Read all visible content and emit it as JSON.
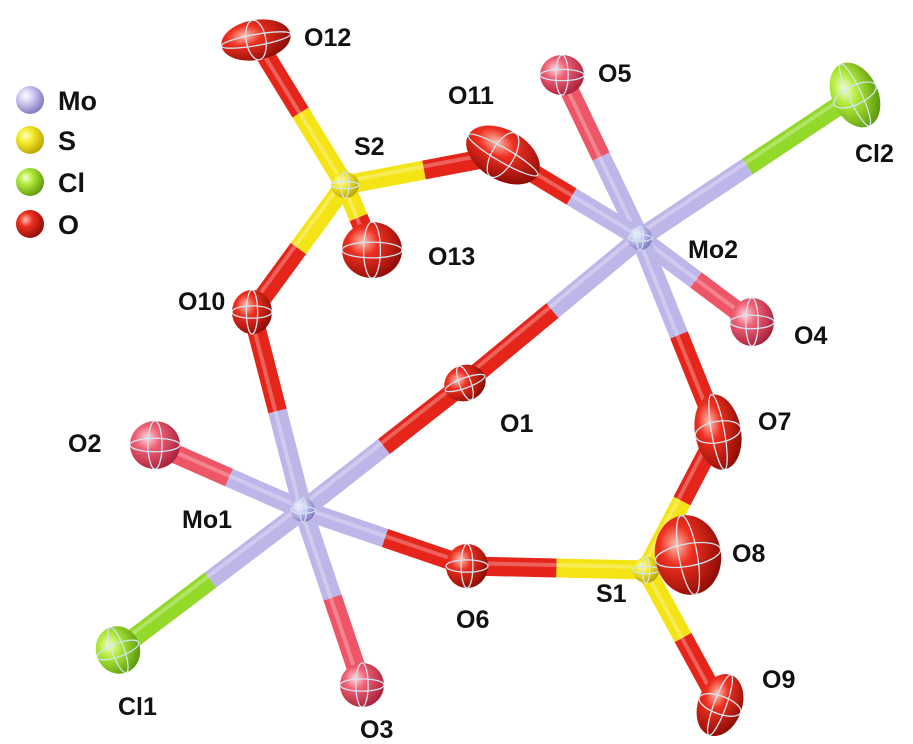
{
  "legend": [
    {
      "label": "Mo",
      "color": "#a9a3e3"
    },
    {
      "label": "S",
      "color": "#f4e416"
    },
    {
      "label": "Cl",
      "color": "#93d92a"
    },
    {
      "label": "O",
      "color": "#e5241a"
    }
  ],
  "element_colors": {
    "Mo": "#bdb6e8",
    "S": "#f4e416",
    "Cl": "#93d92a",
    "O": "#e5241a",
    "O_terminal": "#ee5566"
  },
  "atoms": [
    {
      "id": "Mo1",
      "label": "Mo1",
      "element": "Mo"
    },
    {
      "id": "Mo2",
      "label": "Mo2",
      "element": "Mo"
    },
    {
      "id": "S1",
      "label": "S1",
      "element": "S"
    },
    {
      "id": "S2",
      "label": "S2",
      "element": "S"
    },
    {
      "id": "Cl1",
      "label": "Cl1",
      "element": "Cl"
    },
    {
      "id": "Cl2",
      "label": "Cl2",
      "element": "Cl"
    },
    {
      "id": "O1",
      "label": "O1",
      "element": "O"
    },
    {
      "id": "O2",
      "label": "O2",
      "element": "O"
    },
    {
      "id": "O3",
      "label": "O3",
      "element": "O"
    },
    {
      "id": "O4",
      "label": "O4",
      "element": "O"
    },
    {
      "id": "O5",
      "label": "O5",
      "element": "O"
    },
    {
      "id": "O6",
      "label": "O6",
      "element": "O"
    },
    {
      "id": "O7",
      "label": "O7",
      "element": "O"
    },
    {
      "id": "O8",
      "label": "O8",
      "element": "O"
    },
    {
      "id": "O9",
      "label": "O9",
      "element": "O"
    },
    {
      "id": "O10",
      "label": "O10",
      "element": "O"
    },
    {
      "id": "O11",
      "label": "O11",
      "element": "O"
    },
    {
      "id": "O12",
      "label": "O12",
      "element": "O"
    },
    {
      "id": "O13",
      "label": "O13",
      "element": "O"
    }
  ],
  "bonds": [
    [
      "Mo1",
      "O1"
    ],
    [
      "O1",
      "Mo2"
    ],
    [
      "Mo1",
      "O2"
    ],
    [
      "Mo1",
      "O3"
    ],
    [
      "Mo1",
      "Cl1"
    ],
    [
      "Mo1",
      "O10"
    ],
    [
      "Mo1",
      "O6"
    ],
    [
      "Mo2",
      "O4"
    ],
    [
      "Mo2",
      "O5"
    ],
    [
      "Mo2",
      "Cl2"
    ],
    [
      "Mo2",
      "O11"
    ],
    [
      "Mo2",
      "O7"
    ],
    [
      "O6",
      "S1"
    ],
    [
      "S1",
      "O7"
    ],
    [
      "S1",
      "O8"
    ],
    [
      "S1",
      "O9"
    ],
    [
      "O10",
      "S2"
    ],
    [
      "S2",
      "O11"
    ],
    [
      "S2",
      "O12"
    ],
    [
      "S2",
      "O13"
    ]
  ]
}
